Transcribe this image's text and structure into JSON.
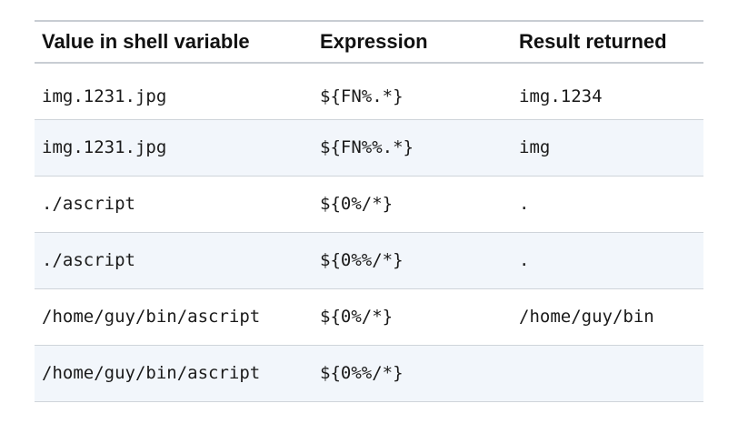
{
  "table": {
    "headers": [
      "Value in shell variable",
      "Expression",
      "Result returned"
    ],
    "rows": [
      [
        "img.1231.jpg",
        "${FN%.*}",
        "img.1234"
      ],
      [
        "img.1231.jpg",
        "${FN%%.*}",
        "img"
      ],
      [
        "./ascript",
        "${0%/*}",
        "."
      ],
      [
        "./ascript",
        "${0%%/*}",
        "."
      ],
      [
        "/home/guy/bin/ascript",
        "${0%/*}",
        "/home/guy/bin"
      ],
      [
        "/home/guy/bin/ascript",
        "${0%%/*}",
        ""
      ]
    ]
  }
}
